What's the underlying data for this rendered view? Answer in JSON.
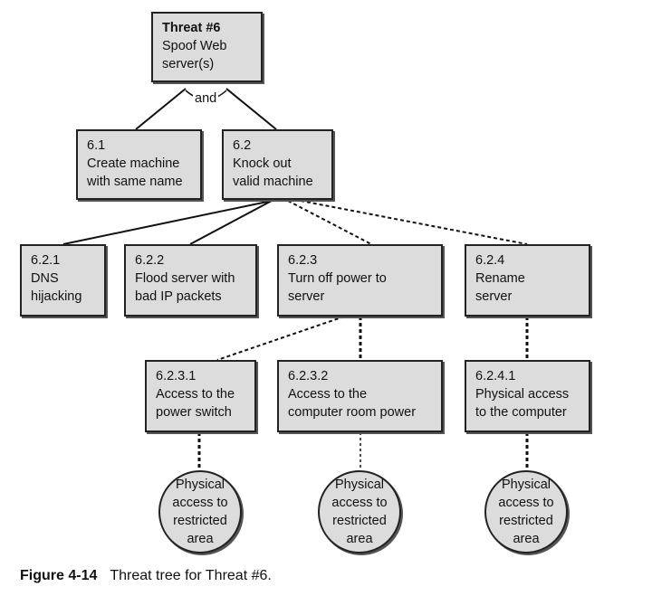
{
  "root": {
    "lines": [
      "Threat #6",
      "Spoof Web",
      "server(s)"
    ]
  },
  "and_label": "and",
  "n6_1": {
    "lines": [
      "6.1",
      "Create machine",
      "with same name"
    ]
  },
  "n6_2": {
    "lines": [
      "6.2",
      "Knock out",
      "valid machine"
    ]
  },
  "n6_2_1": {
    "lines": [
      "6.2.1",
      "DNS",
      "hijacking"
    ]
  },
  "n6_2_2": {
    "lines": [
      "6.2.2",
      "Flood server with",
      "bad IP packets"
    ]
  },
  "n6_2_3": {
    "lines": [
      "6.2.3",
      "Turn off power to",
      "server"
    ]
  },
  "n6_2_4": {
    "lines": [
      "6.2.4",
      "Rename",
      "server"
    ]
  },
  "n6_2_3_1": {
    "lines": [
      "6.2.3.1",
      "Access to the",
      "power switch"
    ]
  },
  "n6_2_3_2": {
    "lines": [
      "6.2.3.2",
      "Access to the",
      "computer room power"
    ]
  },
  "n6_2_4_1": {
    "lines": [
      "6.2.4.1",
      "Physical access",
      "to the computer"
    ]
  },
  "circles": [
    {
      "lines": [
        "Physical",
        "access to",
        "restricted",
        "area"
      ]
    },
    {
      "lines": [
        "Physical",
        "access to",
        "restricted",
        "area"
      ]
    },
    {
      "lines": [
        "Physical",
        "access to",
        "restricted",
        "area"
      ]
    }
  ],
  "caption": {
    "figure": "Figure 4-14",
    "text": "Threat tree for Threat #6."
  }
}
